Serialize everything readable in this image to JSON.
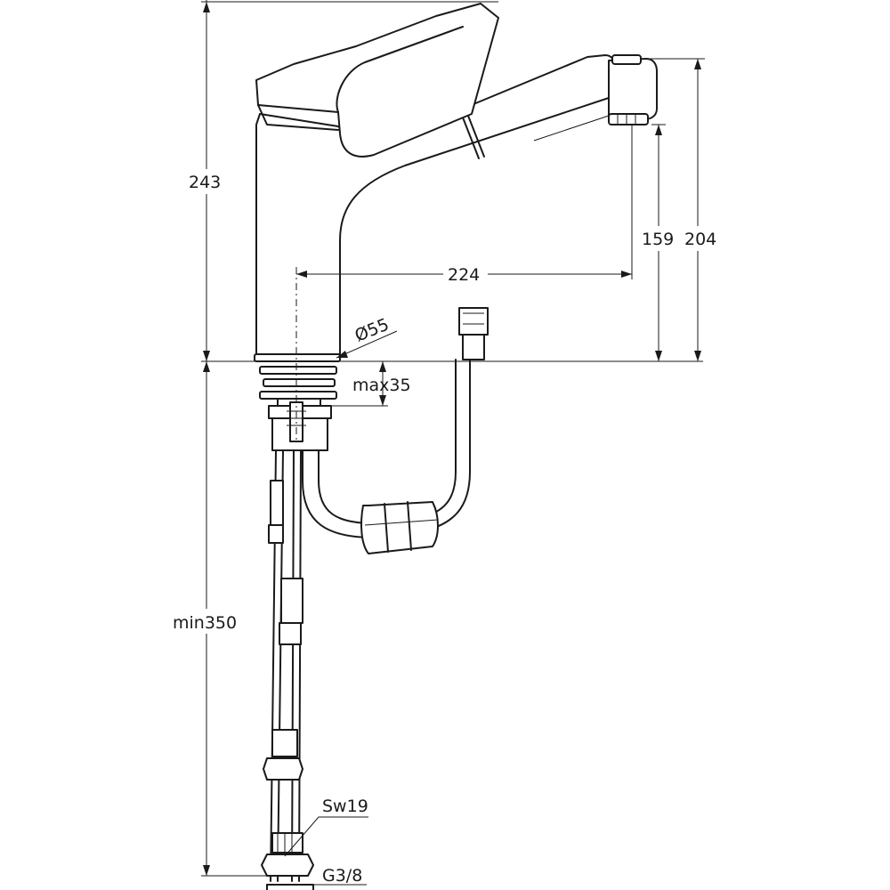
{
  "dimensions": {
    "total_height": "243",
    "aerator_height": "159",
    "spout_top_height": "204",
    "spout_reach": "224",
    "body_diameter": "Ø55",
    "max_deck_thickness": "max35",
    "min_hose_length": "min350",
    "wrench_size": "Sw19",
    "connection_thread": "G3/8"
  },
  "colors": {
    "line": "#1a1a1a",
    "background": "#ffffff"
  }
}
